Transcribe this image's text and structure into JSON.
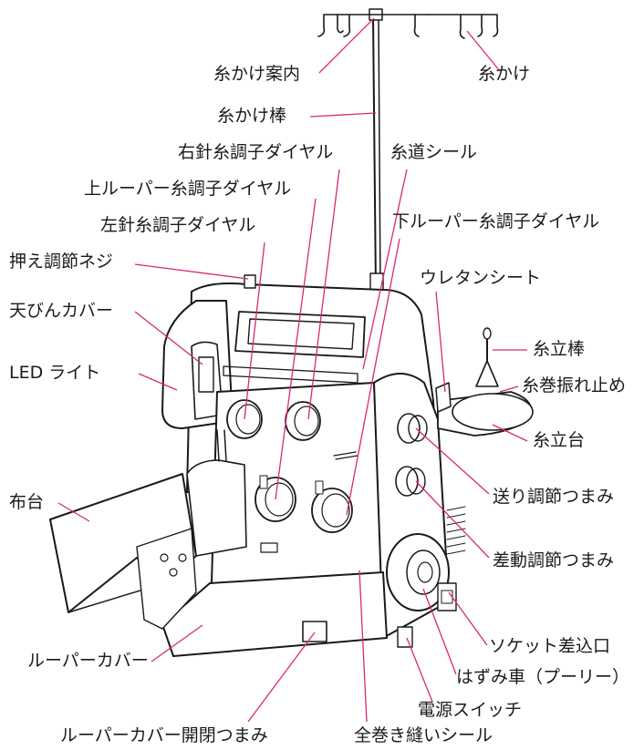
{
  "labels": {
    "thread_guide": "糸かけ案内",
    "thread_hook": "糸かけ",
    "thread_guide_pole": "糸かけ棒",
    "right_needle_dial": "右針糸調子ダイヤル",
    "thread_path_seal": "糸道シール",
    "upper_looper_dial": "上ルーパー糸調子ダイヤル",
    "left_needle_dial": "左針糸調子ダイヤル",
    "lower_looper_dial": "下ルーパー糸調子ダイヤル",
    "presser_adjust_screw": "押え調節ネジ",
    "urethane_sheet": "ウレタンシート",
    "take_up_cover": "天びんカバー",
    "spool_pin": "糸立棒",
    "led_light": "LED ライト",
    "spool_holder": "糸巻振れ止め",
    "spool_stand": "糸立台",
    "cloth_plate": "布台",
    "feed_knob": "送り調節つまみ",
    "differential_knob": "差動調節つまみ",
    "socket": "ソケット差込口",
    "looper_cover": "ルーパーカバー",
    "handwheel": "はずみ車（プーリー）",
    "power_switch": "電源スイッチ",
    "looper_cover_knob": "ルーパーカバー開閉つまみ",
    "full_thread_seal": "全巻き縫いシール"
  },
  "colors": {
    "leader": "#d9277a",
    "ink": "#1a1a1a"
  }
}
